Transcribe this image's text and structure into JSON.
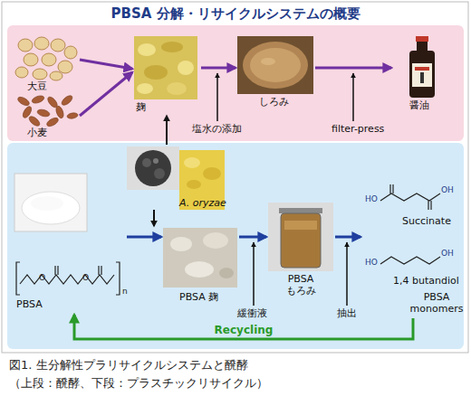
{
  "diagram": {
    "title": "PBSA 分解・リサイクルシステムの概要",
    "caption": "図1. 生分解性プラリサイクルシステムと醗酵 （上段：醗酵、下段：プラスチックリサイクル）",
    "nodes": [
      {
        "text": [
          "大豆"
        ]
      },
      {
        "text": [
          "小麦"
        ]
      },
      {
        "text": [
          "麹"
        ]
      },
      {
        "text": [
          "しろみ"
        ]
      },
      {
        "text": [
          "醤油"
        ]
      },
      {
        "text": [
          "A. oryzae"
        ]
      },
      {
        "text": [
          "PBSA"
        ]
      },
      {
        "text": [
          "PBSA 麹"
        ]
      },
      {
        "text": [
          "PBSA もろみ"
        ]
      },
      {
        "text": [
          "Succinate",
          "1,4 butandiol",
          "PBSA monomers"
        ]
      }
    ],
    "edges": [
      {
        "from": 0,
        "to": 2,
        "arrow": "to"
      },
      {
        "from": 1,
        "to": 2,
        "arrow": "to"
      },
      {
        "from": 2,
        "to": 3,
        "arrow": "to"
      },
      {
        "from": 3,
        "to": 4,
        "arrow": "to"
      },
      {
        "from": 5,
        "to": 2,
        "arrow": "to"
      },
      {
        "from": 5,
        "to": 7,
        "arrow": "to"
      },
      {
        "from": 6,
        "to": 7,
        "arrow": "to"
      },
      {
        "from": 7,
        "to": 8,
        "arrow": "to"
      },
      {
        "from": 8,
        "to": 9,
        "arrow": "to"
      },
      {
        "from": 9,
        "to": 6,
        "label": "Recycling",
        "arrow": "to"
      }
    ],
    "labels": [
      "塩水の添加",
      "filter-press",
      "緩衝液",
      "抽出",
      "O",
      "O",
      "n",
      "HO",
      "OH",
      "HO",
      "OH"
    ]
  }
}
